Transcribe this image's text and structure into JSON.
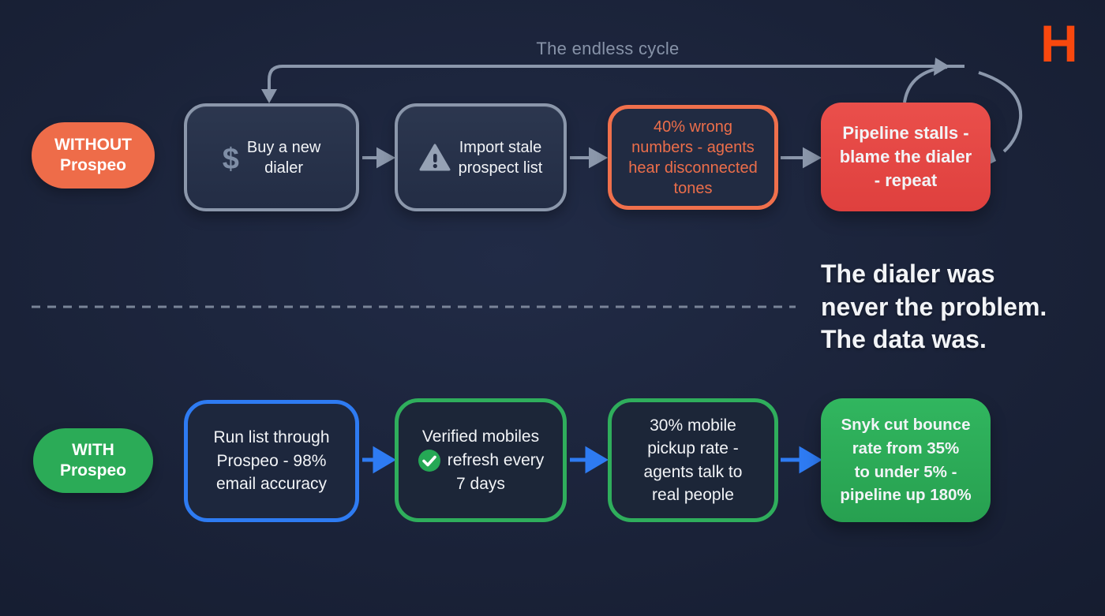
{
  "logo": {
    "letter": "H",
    "color": "#f8480e"
  },
  "cycle_label": "The endless cycle",
  "headline": {
    "text": "The dialer was never the problem. The data was.",
    "lines": [
      "The dialer was",
      "never the problem.",
      "The data was."
    ]
  },
  "divider": {
    "style": "dashed",
    "color": "#8a95a8"
  },
  "icons": {
    "dollar_glyph": "$",
    "names": [
      "dollar-icon",
      "warning-icon",
      "check-icon",
      "loop-arrow-icon",
      "flow-arrow-icon"
    ]
  },
  "without_flow": {
    "badge": {
      "line1": "WITHOUT",
      "line2": "Prospeo",
      "color": "#ee6c49"
    },
    "steps": [
      {
        "text": "Buy a new dialer",
        "icon": "dollar-icon",
        "style": "slate",
        "lines": [
          "Buy a new",
          "dialer"
        ]
      },
      {
        "text": "Import stale prospect list",
        "icon": "warning-icon",
        "style": "slate",
        "lines": [
          "Import stale",
          "prospect list"
        ]
      },
      {
        "text": "40% wrong numbers - agents hear disconnected tones",
        "style": "orange-outline",
        "lines": [
          "40% wrong",
          "numbers - agents",
          "hear disconnected",
          "tones"
        ]
      },
      {
        "text": "Pipeline stalls - blame the dialer - repeat",
        "style": "red-filled",
        "lines": [
          "Pipeline stalls -",
          "blame the dialer",
          "- repeat"
        ]
      }
    ]
  },
  "with_flow": {
    "badge": {
      "line1": "WITH",
      "line2": "Prospeo",
      "color": "#2bab57"
    },
    "steps": [
      {
        "text": "Run list through Prospeo - 98% email accuracy",
        "style": "blue-outline",
        "lines": [
          "Run list through",
          "Prospeo - 98%",
          "email accuracy"
        ]
      },
      {
        "text": "Verified mobiles refresh every 7 days",
        "icon": "check-icon",
        "style": "green-outline",
        "lines": [
          "Verified mobiles",
          "refresh every",
          "7 days"
        ]
      },
      {
        "text": "30% mobile pickup rate - agents talk to real people",
        "style": "green-outline",
        "lines": [
          "30% mobile",
          "pickup rate -",
          "agents talk to",
          "real people"
        ]
      },
      {
        "text": "Snyk cut bounce rate from 35% to under 5% - pipeline up 180%",
        "style": "green-filled",
        "lines": [
          "Snyk cut bounce",
          "rate from 35%",
          "to under 5% -",
          "pipeline up 180%"
        ]
      }
    ]
  },
  "colors": {
    "background": "#1a2238",
    "slate_line": "#8b97ab",
    "orange": "#ee6c49",
    "red": "#e64946",
    "green": "#2bab57",
    "blue": "#2e7bf2",
    "text_light": "#f2f4f7",
    "text_muted": "#8793a8"
  }
}
